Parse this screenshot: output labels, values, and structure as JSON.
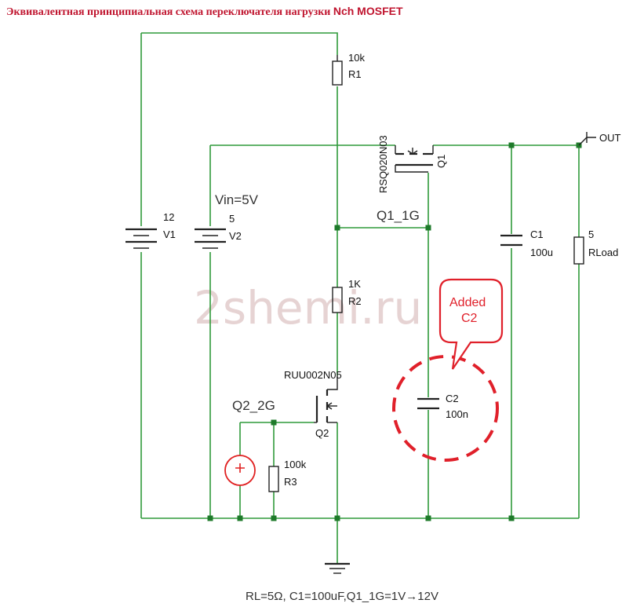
{
  "title": {
    "ru": "Эквивалентная принципиальная схема переключателя нагрузки",
    "en": "Nch MOSFET"
  },
  "components": {
    "r1": {
      "value": "10k",
      "ref": "R1"
    },
    "r2": {
      "value": "1K",
      "ref": "R2"
    },
    "r3": {
      "value": "100k",
      "ref": "R3"
    },
    "v1": {
      "value": "12",
      "ref": "V1"
    },
    "v2": {
      "value": "5",
      "ref": "V2",
      "note": "Vin=5V"
    },
    "q1": {
      "part": "RSQ020N03",
      "ref": "Q1",
      "node": "Q1_1G"
    },
    "q2": {
      "part": "RUU002N05",
      "ref": "Q2",
      "node": "Q2_2G"
    },
    "c1": {
      "ref": "C1",
      "value": "100u"
    },
    "c2": {
      "ref": "C2",
      "value": "100n"
    },
    "rload": {
      "value": "5",
      "ref": "RLoad"
    },
    "out": "OUT"
  },
  "callout": {
    "line1": "Added",
    "line2": "C2"
  },
  "watermark": "2shemi.ru",
  "footer": "RL=5Ω, C1=100uF,Q1_1G=1V→12V",
  "colors": {
    "wire": "#2f9a3a",
    "node": "#1e7a2a",
    "title": "#c0152f",
    "callout": "#e0202a"
  }
}
